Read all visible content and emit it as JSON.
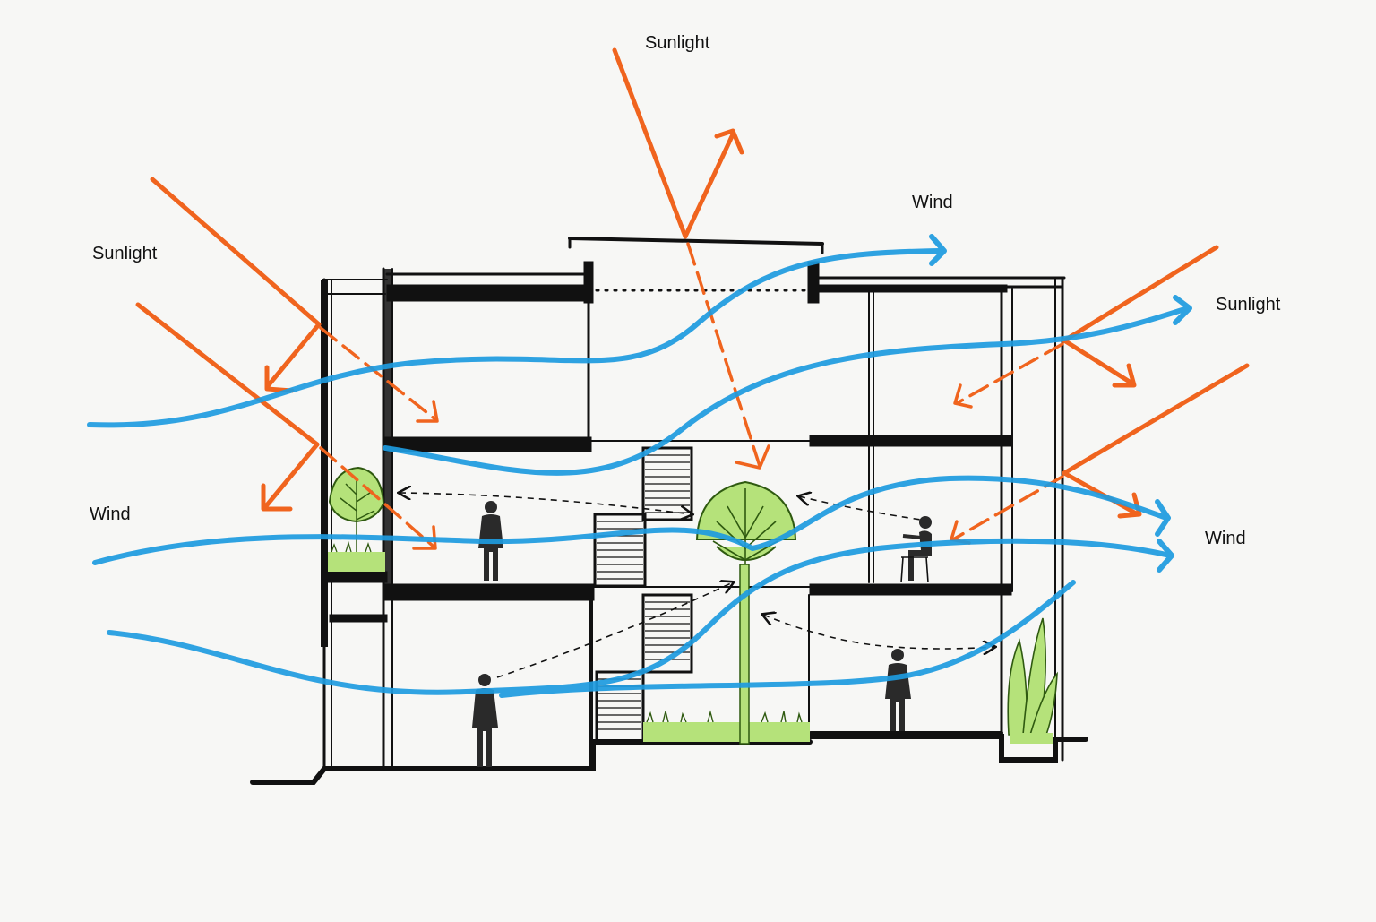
{
  "labels": {
    "sunlight_top": "Sunlight",
    "sunlight_left": "Sunlight",
    "sunlight_right": "Sunlight",
    "wind_top": "Wind",
    "wind_left": "Wind",
    "wind_right": "Wind"
  },
  "colors": {
    "sunlight": "#f0641e",
    "wind": "#1e9be0",
    "structure": "#111111",
    "vegetation": "#b5e27a",
    "vegetation_line": "#2f5a10",
    "background": "#f7f7f5"
  },
  "icons": [
    "person-icon",
    "seated-person-icon",
    "tree-icon",
    "shrub-icon",
    "palm-plant-icon",
    "staircase-icon"
  ]
}
